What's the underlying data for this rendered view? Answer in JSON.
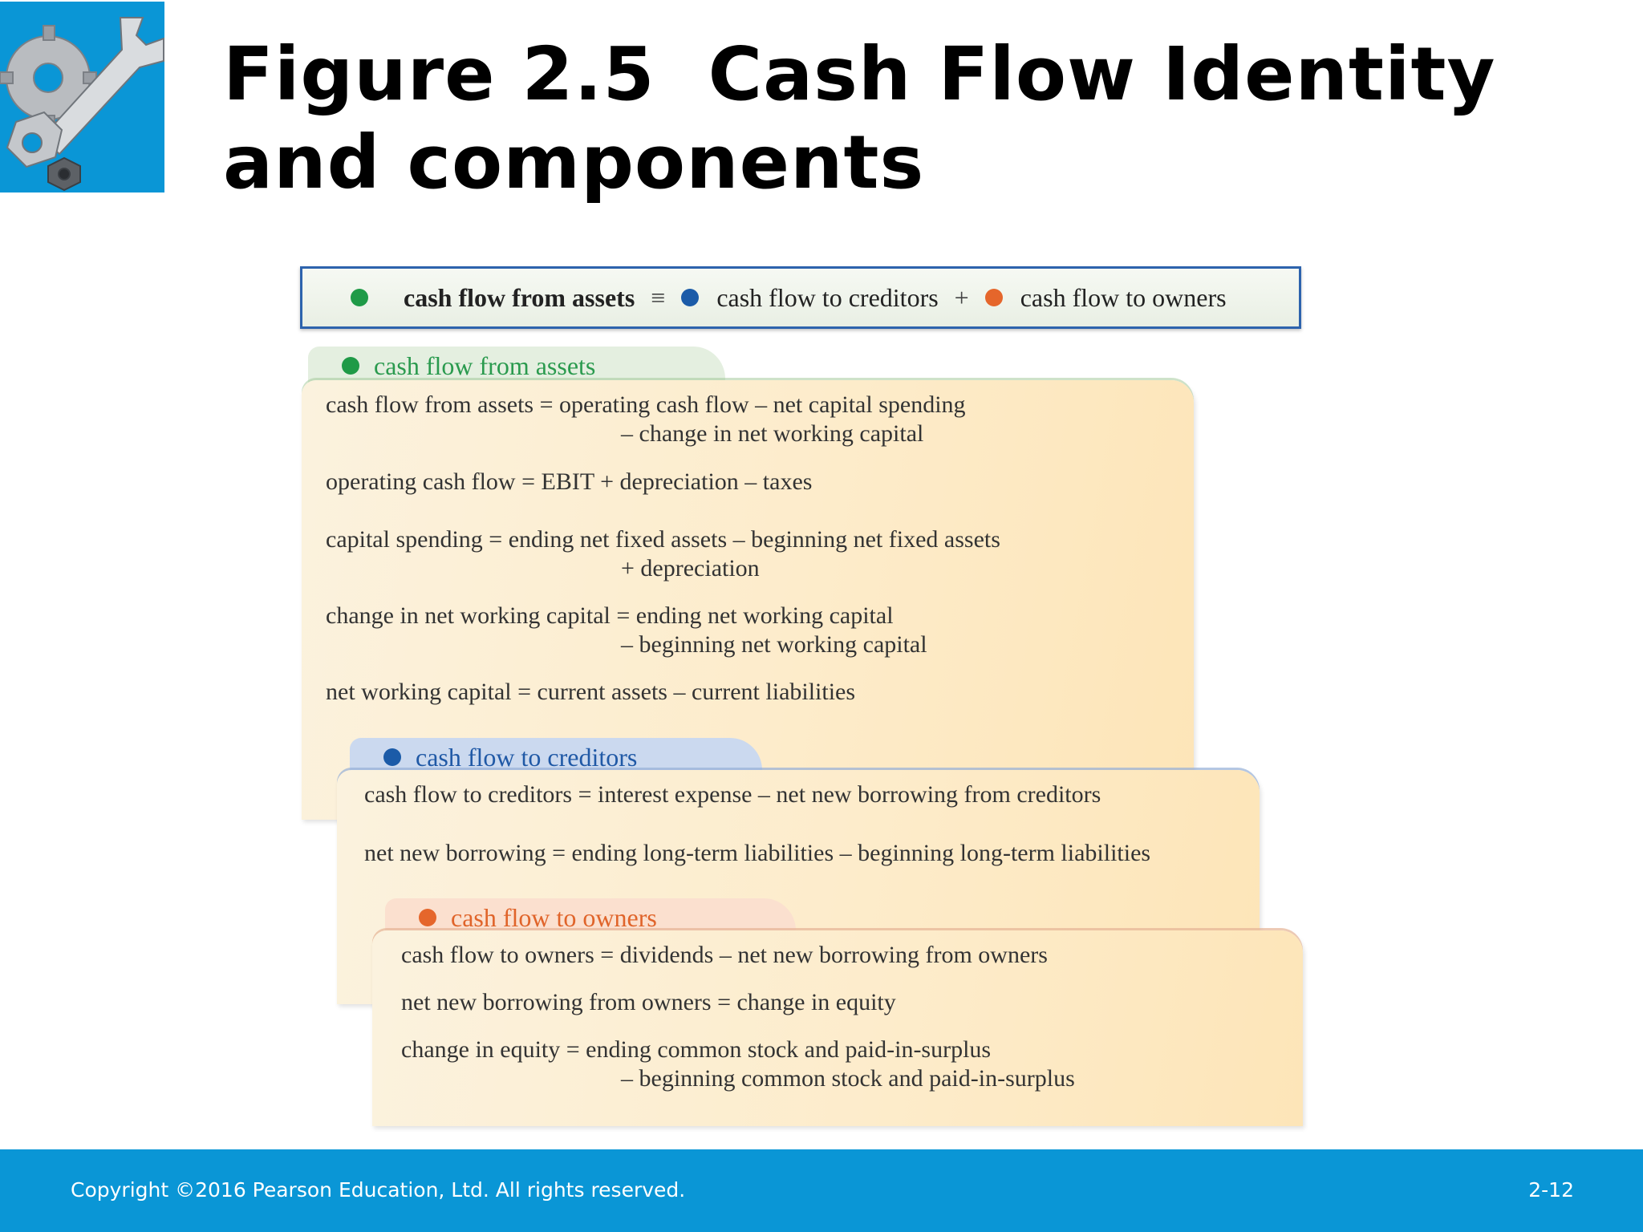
{
  "slide": {
    "title_line1": "Figure 2.5  Cash Flow Identity",
    "title_line2": "and components"
  },
  "identity": {
    "assets": "cash flow from assets",
    "equals": "≡",
    "creditors": "cash flow to creditors",
    "plus": "+",
    "owners": "cash flow to owners"
  },
  "assets_section": {
    "tab_label": "cash flow from assets",
    "eq1_line1": "cash flow from assets = operating cash flow – net capital spending",
    "eq1_line2": "– change in net working capital",
    "eq2": "operating cash flow = EBIT + depreciation – taxes",
    "eq3_line1": "capital spending = ending net fixed assets – beginning net fixed assets",
    "eq3_line2": "+ depreciation",
    "eq4_line1": "change in net working capital = ending net working capital",
    "eq4_line2": "– beginning net working capital",
    "eq5": "net working capital = current assets – current liabilities"
  },
  "creditors_section": {
    "tab_label": "cash flow to creditors",
    "eq1": "cash flow to creditors = interest expense – net new borrowing from creditors",
    "eq2": "net new borrowing = ending long-term liabilities – beginning long-term liabilities"
  },
  "owners_section": {
    "tab_label": "cash flow to owners",
    "eq1": "cash flow to owners = dividends – net new borrowing from owners",
    "eq2": "net new borrowing from owners = change in equity",
    "eq3_line1": "change in equity = ending common stock and paid-in-surplus",
    "eq3_line2": "– beginning common stock and paid-in-surplus"
  },
  "footer": {
    "copyright": "Copyright ©2016 Pearson Education, Ltd. All rights reserved.",
    "page_number": "2-12"
  },
  "colors": {
    "brand_blue": "#0a96d6",
    "assets_green": "#1f9a47",
    "creditors_blue": "#1b5ba8",
    "owners_orange": "#e5662b"
  },
  "icons": {
    "logo": "wrench-gear-icon"
  }
}
